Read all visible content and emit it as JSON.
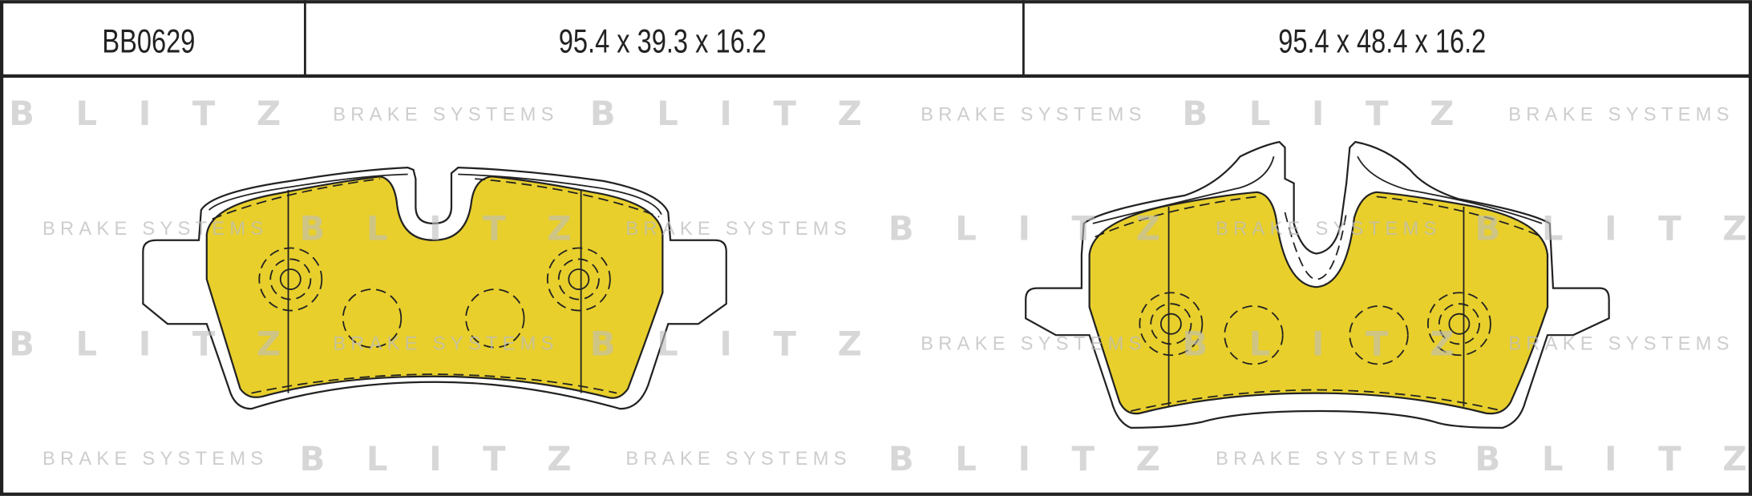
{
  "header": {
    "part_number": "BB0629",
    "dimensions_left": "95.4 x 39.3 x 16.2",
    "dimensions_right": "95.4 x 48.4 x 16.2"
  },
  "watermark": {
    "brand": "BLITZ",
    "tagline": "BRAKE SYSTEMS"
  },
  "colors": {
    "friction": "#e8cf2c",
    "line": "#222222",
    "watermark": "#bdbdbd"
  }
}
